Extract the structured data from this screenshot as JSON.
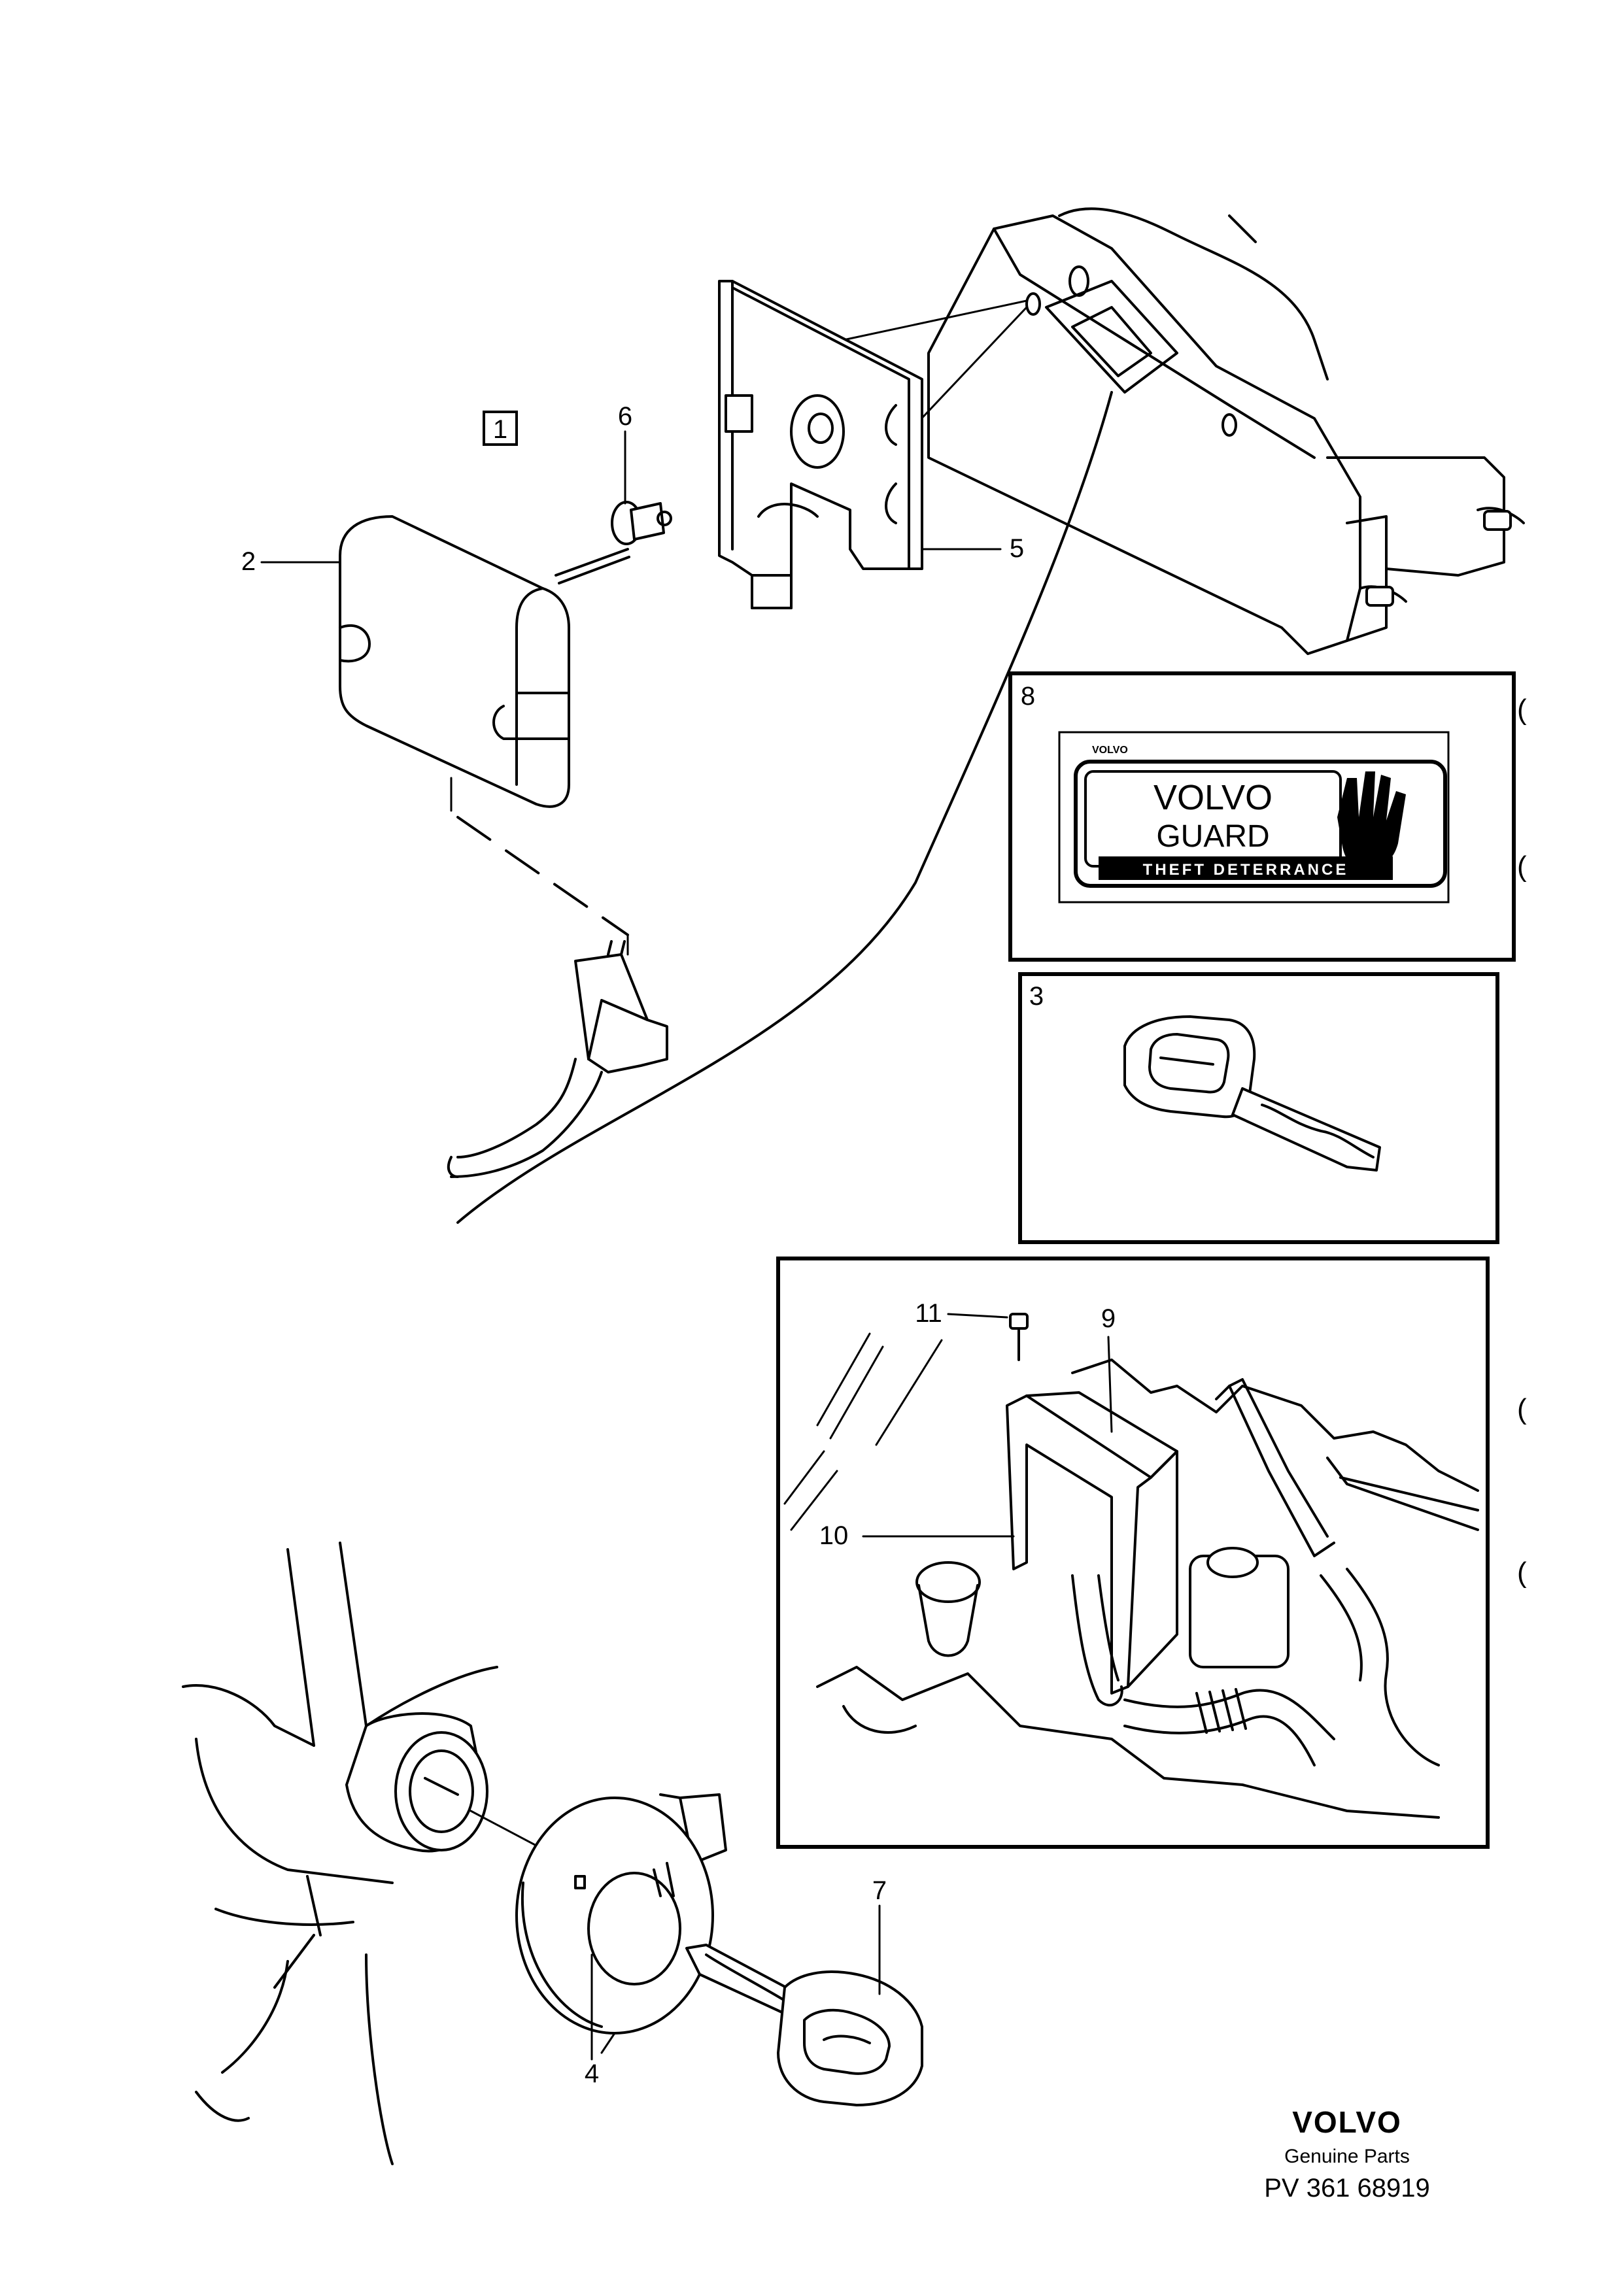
{
  "callouts": {
    "c1": "1",
    "c2": "2",
    "c3": "3",
    "c4": "4",
    "c5": "5",
    "c6": "6",
    "c7": "7",
    "c8": "8",
    "c9": "9",
    "c10": "10",
    "c11": "11"
  },
  "decal": {
    "small_brand": "VOLVO",
    "line1": "VOLVO",
    "line2": "GUARD",
    "strip": "THEFT DETERRANCE"
  },
  "footer": {
    "brand": "VOLVO",
    "subtitle": "Genuine Parts",
    "code": "PV 361 68919"
  },
  "margin_marks": [
    "(",
    "(",
    "(",
    "("
  ]
}
